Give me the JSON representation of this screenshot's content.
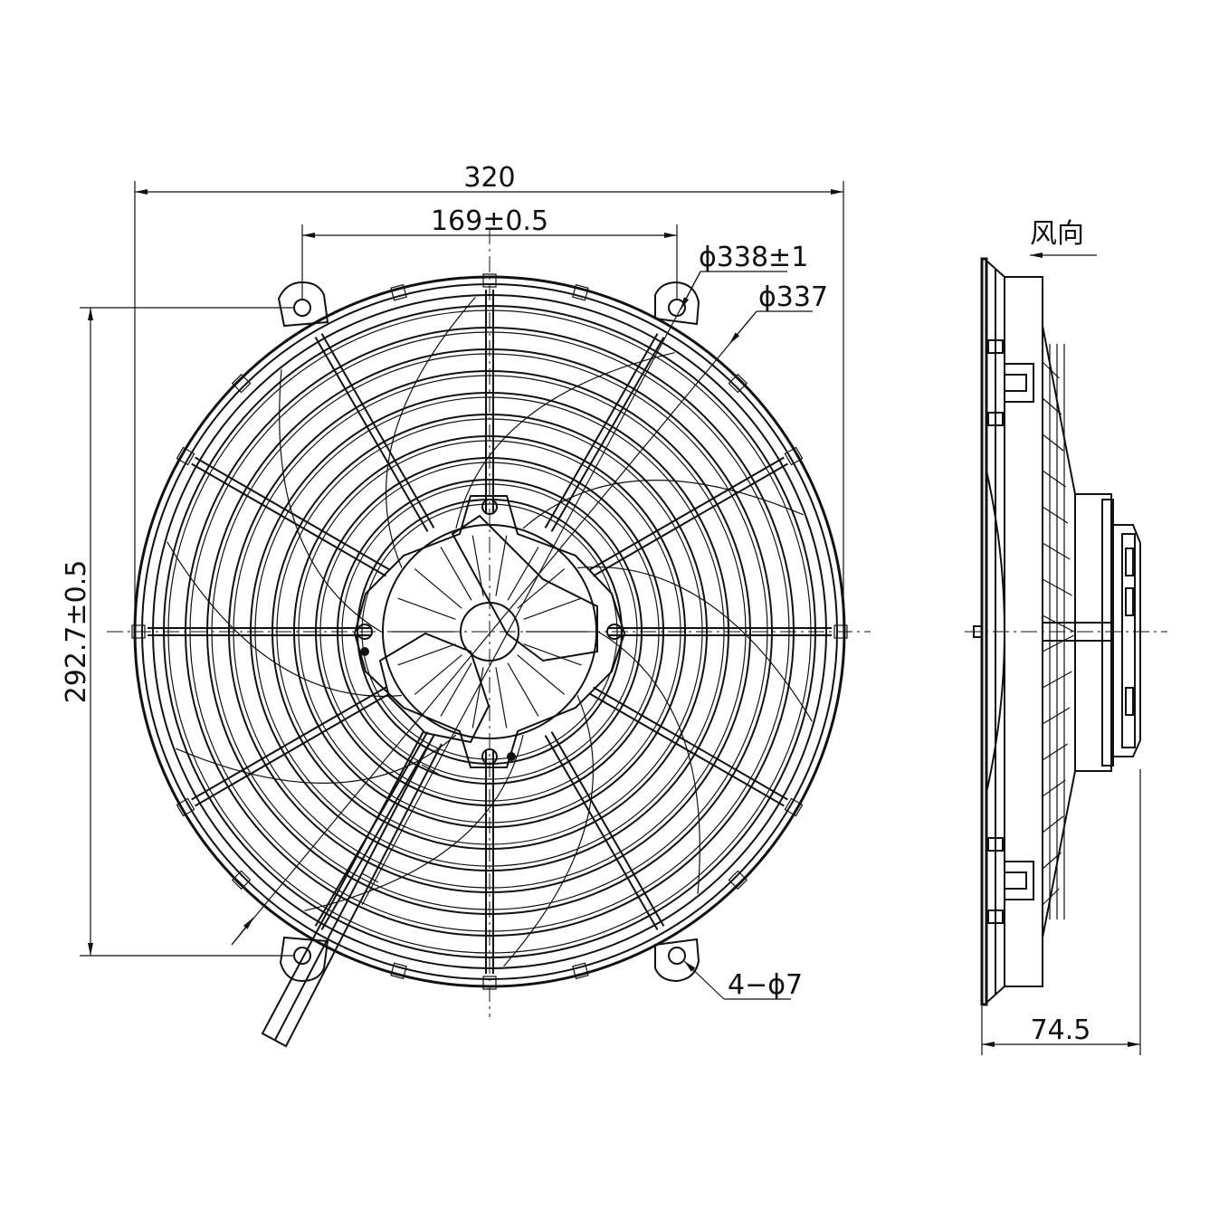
{
  "front_view": {
    "dim_overall_width": "320",
    "dim_hole_spacing": "169±0.5",
    "dim_outer_diameter": "ϕ338±1",
    "dim_inner_diameter": "ϕ337",
    "dim_vertical_spacing": "292.7±0.5",
    "dim_mount_holes": "4−ϕ7"
  },
  "side_view": {
    "airflow_label": "风向",
    "dim_depth": "74.5"
  }
}
